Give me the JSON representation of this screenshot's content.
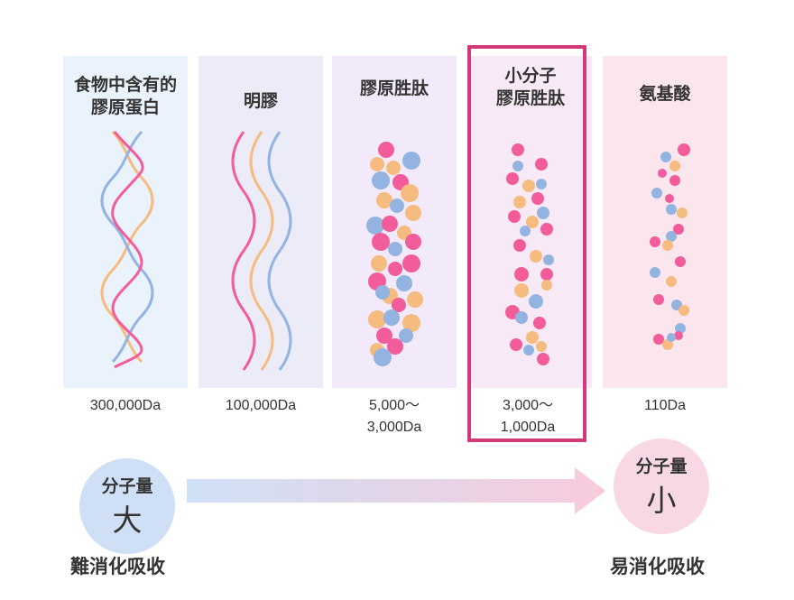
{
  "columns": [
    {
      "title_lines": [
        "食物中含有的",
        "膠原蛋白"
      ],
      "mw_lines": [
        "300,000Da"
      ],
      "bg": "#eaf2fb",
      "art": "triple-helix"
    },
    {
      "title_lines": [
        "明膠"
      ],
      "mw_lines": [
        "100,000Da"
      ],
      "bg": "#ececf9",
      "art": "parallel-waves"
    },
    {
      "title_lines": [
        "膠原胜肽"
      ],
      "mw_lines": [
        "5,000～",
        "3,000Da"
      ],
      "bg": "#f2eafa",
      "art": "dense-dots"
    },
    {
      "title_lines": [
        "小分子",
        "膠原胜肽"
      ],
      "mw_lines": [
        "3,000～",
        "1,000Da"
      ],
      "bg": "#f8e9f6",
      "art": "medium-dots",
      "highlighted": true
    },
    {
      "title_lines": [
        "氨基酸"
      ],
      "mw_lines": [
        "110Da"
      ],
      "bg": "#fbe6ee",
      "art": "sparse-dots"
    }
  ],
  "scale": {
    "left": {
      "label": "分子量",
      "value": "大",
      "color": "#cfe0f6"
    },
    "right": {
      "label": "分子量",
      "value": "小",
      "color": "#f8d8e4"
    }
  },
  "bottom": {
    "left": "難消化吸收",
    "right": "易消化吸收"
  },
  "colors": {
    "pink": "#f25c9a",
    "orange": "#f5bb7f",
    "blue": "#93b4e0",
    "highlight": "#d43a7b"
  }
}
